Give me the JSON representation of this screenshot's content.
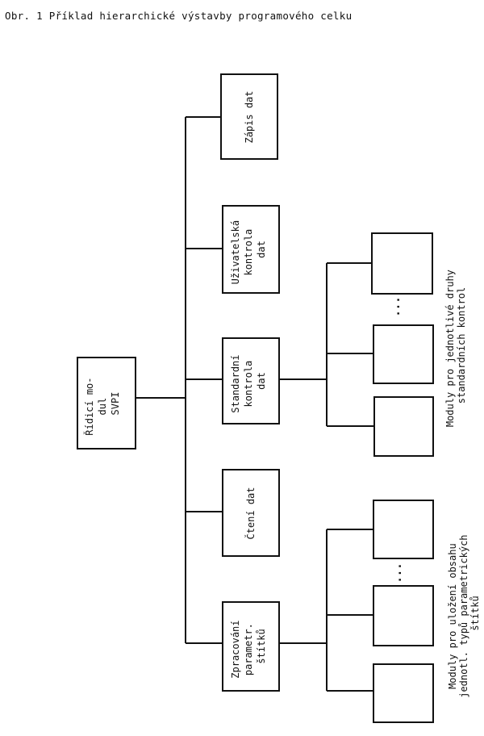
{
  "caption": "Obr. 1 Příklad hierarchické výstavby programového celku",
  "root": {
    "lines": [
      "Řídicí mo-",
      "dul",
      "SVPI"
    ]
  },
  "modules": {
    "zapis": {
      "lines": [
        "Zápis dat"
      ]
    },
    "uzivatelska": {
      "lines": [
        "Uživatelská",
        "kontrola",
        "dat"
      ]
    },
    "standardni": {
      "lines": [
        "Standardní",
        "kontrola",
        "dat"
      ]
    },
    "cteni": {
      "lines": [
        "Čtení dat"
      ]
    },
    "zpracovani": {
      "lines": [
        "Zpracování",
        "parametr.",
        "štítků"
      ]
    }
  },
  "ellipsis": "...",
  "notes": {
    "control": {
      "lines": [
        "Moduly pro jednotlivé druhy",
        "standardních kontrol"
      ]
    },
    "params": {
      "lines": [
        "Moduly pro uložení obsahu",
        "jednotl. typů parametrických",
        "štítků"
      ]
    }
  }
}
